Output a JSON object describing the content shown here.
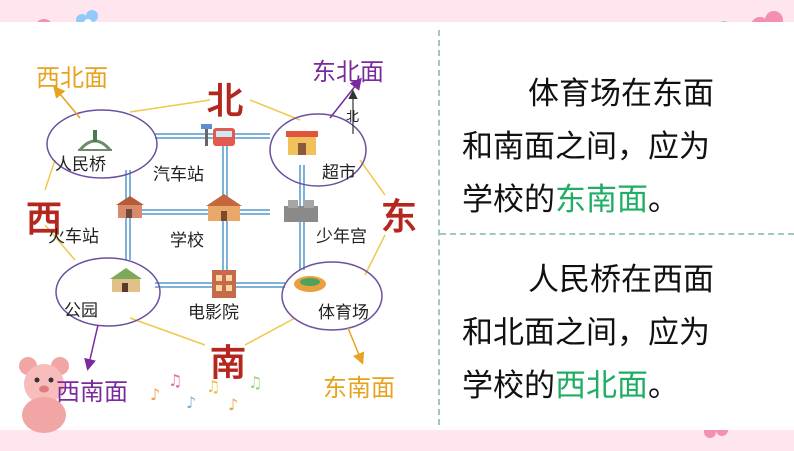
{
  "colors": {
    "south_west_label": "#7a2a9c",
    "north_west_label": "#e7a21e",
    "north_east_label": "#7a2a9c",
    "south_east_label": "#e7a21e",
    "direction_big": "#b5271e",
    "highlight_green": "#1fae63",
    "road_blue": "#7fb2d8",
    "ellipse_stroke": "#6b4fa0",
    "connector_yellow": "#f0c84a"
  },
  "diagram": {
    "north": "北",
    "south": "南",
    "west": "西",
    "east": "东",
    "north_small": "北",
    "north_west": "西北面",
    "north_east": "东北面",
    "south_west": "西南面",
    "south_east": "东南面",
    "places": {
      "renminqiao": "人民桥",
      "bus_station": "汽车站",
      "supermarket": "超市",
      "train_station": "火车站",
      "school": "学校",
      "youth_palace": "少年宫",
      "park": "公园",
      "cinema": "电影院",
      "stadium": "体育场"
    },
    "icons": {
      "bridge": "bridge-icon",
      "bus_station": "bus-station-icon",
      "supermarket": "shop-icon",
      "train_station": "train-station-icon",
      "school": "school-building-icon",
      "youth_palace": "palace-icon",
      "park": "park-gate-icon",
      "cinema": "cinema-building-icon",
      "stadium": "stadium-icon",
      "bear": "bear-icon",
      "music_notes": "music-note-icon"
    }
  },
  "text": {
    "p1_line1": "体育场在东面",
    "p1_line2": "和南面之间，应为",
    "p1_line3_pre": "学校的",
    "p1_line3_hl": "东南面",
    "p1_line3_post": "。",
    "p2_line1": "人民桥在西面",
    "p2_line2": "和北面之间，应为",
    "p2_line3_pre": "学校的",
    "p2_line3_hl": "西北面",
    "p2_line3_post": "。"
  }
}
